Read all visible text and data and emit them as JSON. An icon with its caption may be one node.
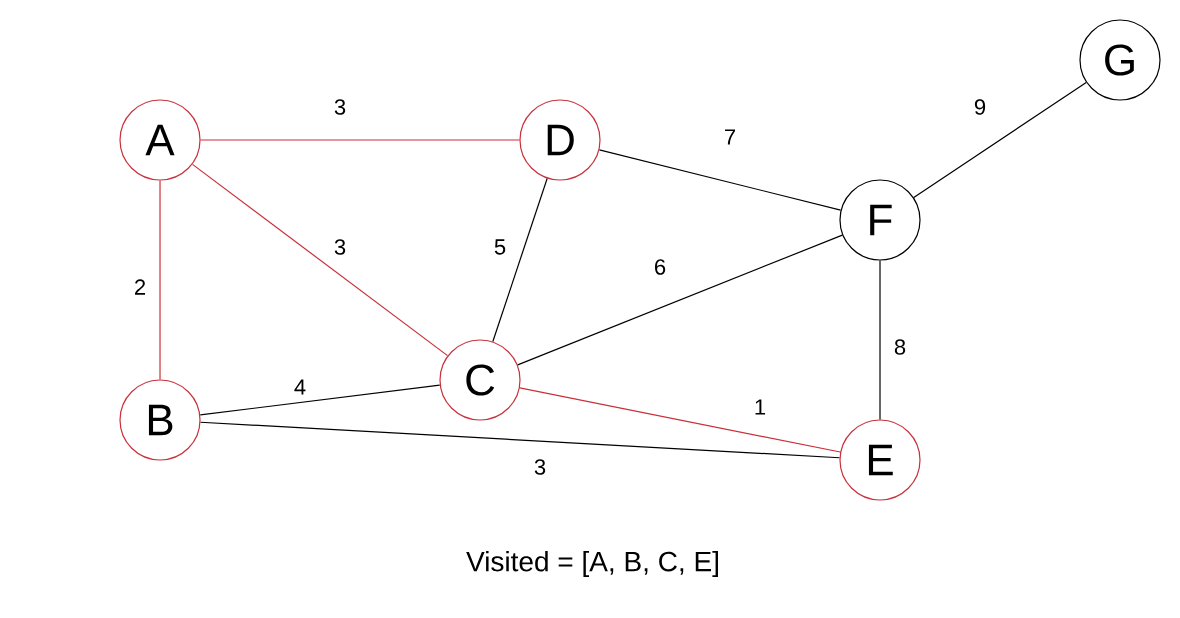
{
  "diagram": {
    "nodes": [
      {
        "text": [
          "G"
        ]
      },
      {
        "text": [
          "A"
        ]
      },
      {
        "text": [
          "D"
        ]
      },
      {
        "text": [
          "F"
        ]
      },
      {
        "text": [
          "C"
        ]
      },
      {
        "text": [
          "B"
        ]
      },
      {
        "text": [
          "E"
        ]
      }
    ],
    "edges": [
      {
        "from": 1,
        "to": 2,
        "arrow": "none",
        "label": "3",
        "color": "#c8303a"
      },
      {
        "from": 1,
        "to": 4,
        "arrow": "none",
        "label": "3",
        "color": "#c8303a"
      },
      {
        "from": 1,
        "to": 5,
        "arrow": "none",
        "label": "2",
        "color": "#c8303a"
      },
      {
        "from": 2,
        "to": 4,
        "arrow": "none",
        "label": "5"
      },
      {
        "from": 2,
        "to": 3,
        "arrow": "none",
        "label": "7"
      },
      {
        "from": 4,
        "to": 3,
        "arrow": "none",
        "label": "6"
      },
      {
        "from": 3,
        "to": 0,
        "arrow": "none",
        "label": "9"
      },
      {
        "from": 3,
        "to": 6,
        "arrow": "none",
        "label": "8"
      },
      {
        "from": 5,
        "to": 4,
        "arrow": "none",
        "label": "4"
      },
      {
        "from": 4,
        "to": 6,
        "arrow": "none",
        "label": "1",
        "color": "#c8303a"
      },
      {
        "from": 5,
        "to": 6,
        "arrow": "none",
        "label": "3"
      }
    ],
    "labels": [
      "Visited = [A, B, C, E]"
    ]
  }
}
